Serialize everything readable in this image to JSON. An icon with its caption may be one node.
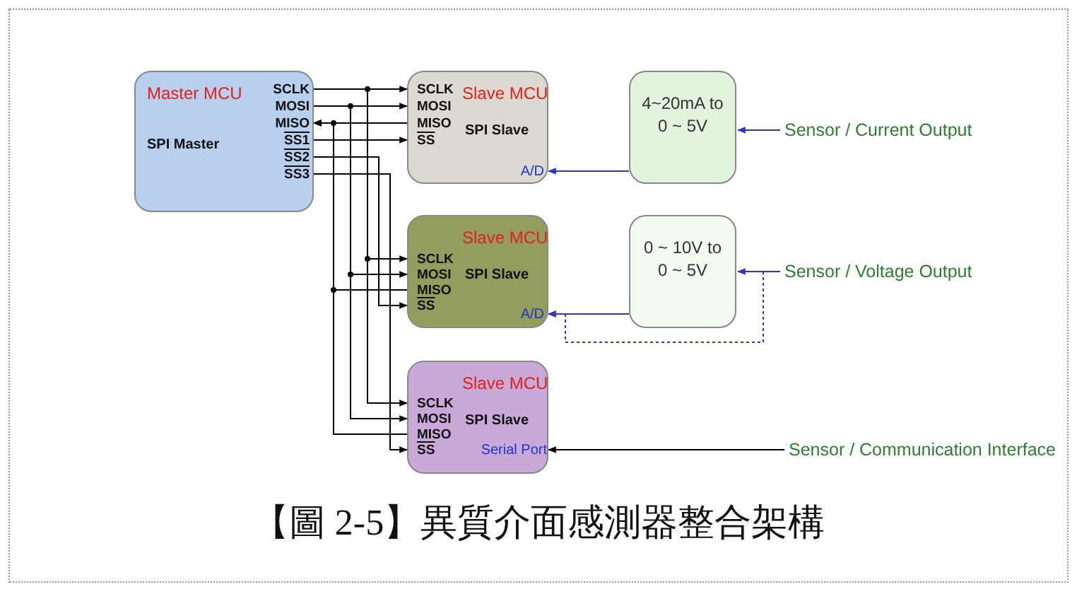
{
  "diagram": {
    "caption": "【圖 2-5】異質介面感測器整合架構",
    "nodes": [
      {
        "text": [
          "Master MCU",
          "SPI Master"
        ]
      },
      {
        "text": [
          "SCLK"
        ],
        "in": 0
      },
      {
        "text": [
          "MOSI"
        ],
        "in": 0
      },
      {
        "text": [
          "MISO"
        ],
        "in": 0
      },
      {
        "text": [
          "SS1"
        ],
        "in": 0
      },
      {
        "text": [
          "SS2"
        ],
        "in": 0
      },
      {
        "text": [
          "SS3"
        ],
        "in": 0
      },
      {
        "text": [
          "Slave MCU",
          "SPI Slave"
        ]
      },
      {
        "text": [
          "SCLK"
        ],
        "in": 7
      },
      {
        "text": [
          "MOSI"
        ],
        "in": 7
      },
      {
        "text": [
          "MISO"
        ],
        "in": 7
      },
      {
        "text": [
          "SS"
        ],
        "in": 7
      },
      {
        "text": [
          "A/D"
        ],
        "in": 7
      },
      {
        "text": [
          "4~20mA to 0 ~ 5V"
        ]
      },
      {
        "text": [
          "Sensor / Current Output"
        ]
      },
      {
        "text": [
          "Slave MCU",
          "SPI Slave"
        ]
      },
      {
        "text": [
          "SCLK"
        ],
        "in": 15
      },
      {
        "text": [
          "MOSI"
        ],
        "in": 15
      },
      {
        "text": [
          "MISO"
        ],
        "in": 15
      },
      {
        "text": [
          "SS"
        ],
        "in": 15
      },
      {
        "text": [
          "A/D"
        ],
        "in": 15
      },
      {
        "text": [
          "0 ~ 10V to 0 ~ 5V"
        ]
      },
      {
        "text": [
          "Sensor / Voltage Output"
        ]
      },
      {
        "text": [
          "Slave MCU",
          "SPI Slave"
        ]
      },
      {
        "text": [
          "SCLK"
        ],
        "in": 23
      },
      {
        "text": [
          "MOSI"
        ],
        "in": 23
      },
      {
        "text": [
          "MISO"
        ],
        "in": 23
      },
      {
        "text": [
          "SS"
        ],
        "in": 23
      },
      {
        "text": [
          "Serial Port"
        ],
        "in": 23
      },
      {
        "text": [
          "Sensor / Communication Interface"
        ]
      }
    ],
    "edges": [
      {
        "from": 1,
        "to": 8,
        "arrow": "to"
      },
      {
        "from": 1,
        "to": 16,
        "arrow": "to"
      },
      {
        "from": 1,
        "to": 24,
        "arrow": "to"
      },
      {
        "from": 2,
        "to": 9,
        "arrow": "to"
      },
      {
        "from": 2,
        "to": 17,
        "arrow": "to"
      },
      {
        "from": 2,
        "to": 25,
        "arrow": "to"
      },
      {
        "from": 10,
        "to": 3,
        "arrow": "to"
      },
      {
        "from": 18,
        "to": 3,
        "arrow": "to"
      },
      {
        "from": 26,
        "to": 3,
        "arrow": "to"
      },
      {
        "from": 4,
        "to": 11,
        "arrow": "to"
      },
      {
        "from": 5,
        "to": 19,
        "arrow": "to"
      },
      {
        "from": 6,
        "to": 27,
        "arrow": "to"
      },
      {
        "from": 13,
        "to": 12,
        "arrow": "to",
        "color": "#3333cc"
      },
      {
        "from": 14,
        "to": 13,
        "arrow": "to",
        "color": "#3333cc"
      },
      {
        "from": 21,
        "to": 20,
        "arrow": "to",
        "color": "#3333cc"
      },
      {
        "from": 22,
        "to": 21,
        "arrow": "to",
        "color": "#3333cc"
      },
      {
        "from": 22,
        "to": 20,
        "arrow": "to",
        "style": "dashed",
        "color": "#3333cc"
      },
      {
        "from": 29,
        "to": 28,
        "arrow": "to"
      }
    ]
  }
}
